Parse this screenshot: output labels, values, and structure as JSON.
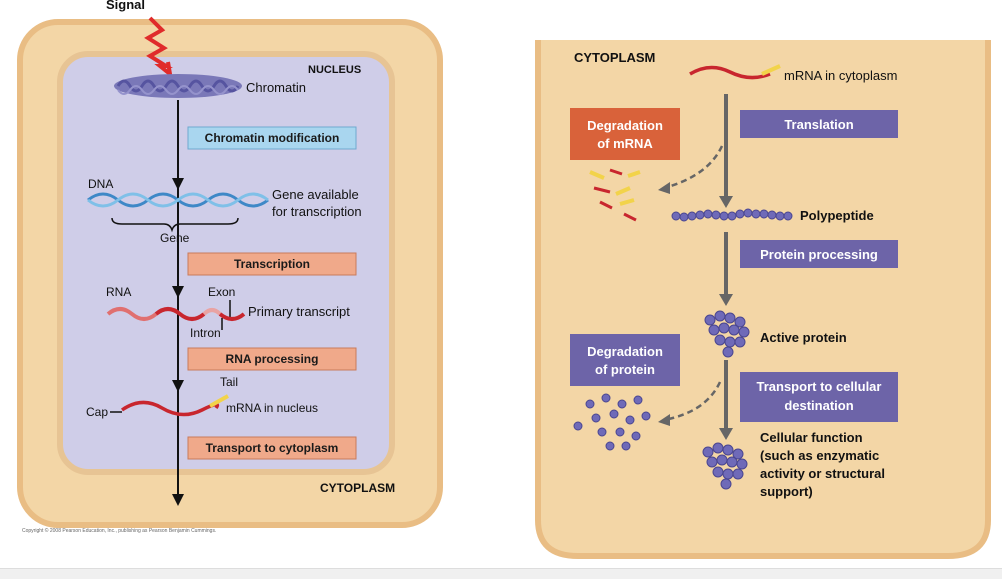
{
  "left": {
    "signal": "Signal",
    "nucleus": "NUCLEUS",
    "chromatin": "Chromatin",
    "chromatin_modification": "Chromatin modification",
    "dna": "DNA",
    "gene_available_1": "Gene available",
    "gene_available_2": "for transcription",
    "gene": "Gene",
    "transcription": "Transcription",
    "rna": "RNA",
    "exon": "Exon",
    "primary_transcript": "Primary transcript",
    "intron": "Intron",
    "rna_processing": "RNA processing",
    "tail": "Tail",
    "cap": "Cap",
    "mrna_nucleus": "mRNA in nucleus",
    "transport_cytoplasm": "Transport to cytoplasm",
    "cytoplasm": "CYTOPLASM",
    "copyright": "Copyright © 2008 Pearson Education, Inc., publishing as Pearson Benjamin Cummings."
  },
  "right": {
    "cytoplasm": "CYTOPLASM",
    "mrna_cytoplasm": "mRNA in cytoplasm",
    "degradation_mrna_1": "Degradation",
    "degradation_mrna_2": "of mRNA",
    "translation": "Translation",
    "polypeptide": "Polypeptide",
    "protein_processing": "Protein processing",
    "active_protein": "Active protein",
    "degradation_protein_1": "Degradation",
    "degradation_protein_2": "of protein",
    "transport_cellular_1": "Transport to cellular",
    "transport_cellular_2": "destination",
    "cellular_function_1": "Cellular function",
    "cellular_function_2": "(such as enzymatic",
    "cellular_function_3": "activity or structural",
    "cellular_function_4": "support)"
  },
  "colors": {
    "cell": "#f3d6a6",
    "cell_border": "#e8b97a",
    "nucleus": "#cfcde8",
    "blue_box": "#a9d6ef",
    "salmon_box": "#f0a98a",
    "purple_box": "#6d64a8",
    "orange_box": "#d9623a"
  }
}
